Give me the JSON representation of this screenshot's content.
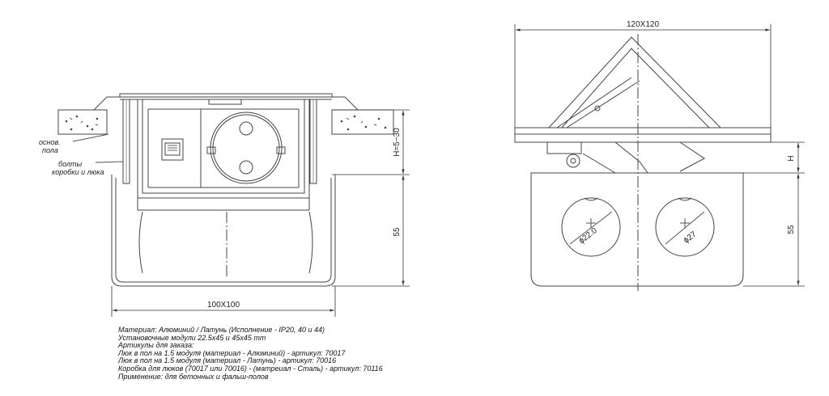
{
  "left_view": {
    "label_base": "основ.",
    "label_floor": "пола",
    "label_bolts": "болты",
    "label_bolts2": "коробки и люка",
    "dim_height": "H=5~30",
    "dim_box_depth": "55",
    "dim_width": "100X100"
  },
  "right_view": {
    "dim_top": "120X120",
    "dim_h": "H",
    "dim_box_depth": "55",
    "hole1": "ϕ22.0",
    "hole2": "ϕ27"
  },
  "notes": [
    "Материал: Алюминий / Латунь (Исполнение  - IP20, 40 и 44)",
    "Установочные модули 22.5x45 и 45x45 mm",
    "Артикулы для заказа:",
    "Люк в пол на 1.5 модуля (материал - Алюминий) - артикул: 70017",
    "Люк в пол на 1.5 модуля (материал - Латунь) -    артикул:  70016",
    "Коробка для люков (70017 или 70016) - (матреиал - Сталь) - артикул: 70116",
    "Применение: для бетонных и фальш-полов"
  ]
}
